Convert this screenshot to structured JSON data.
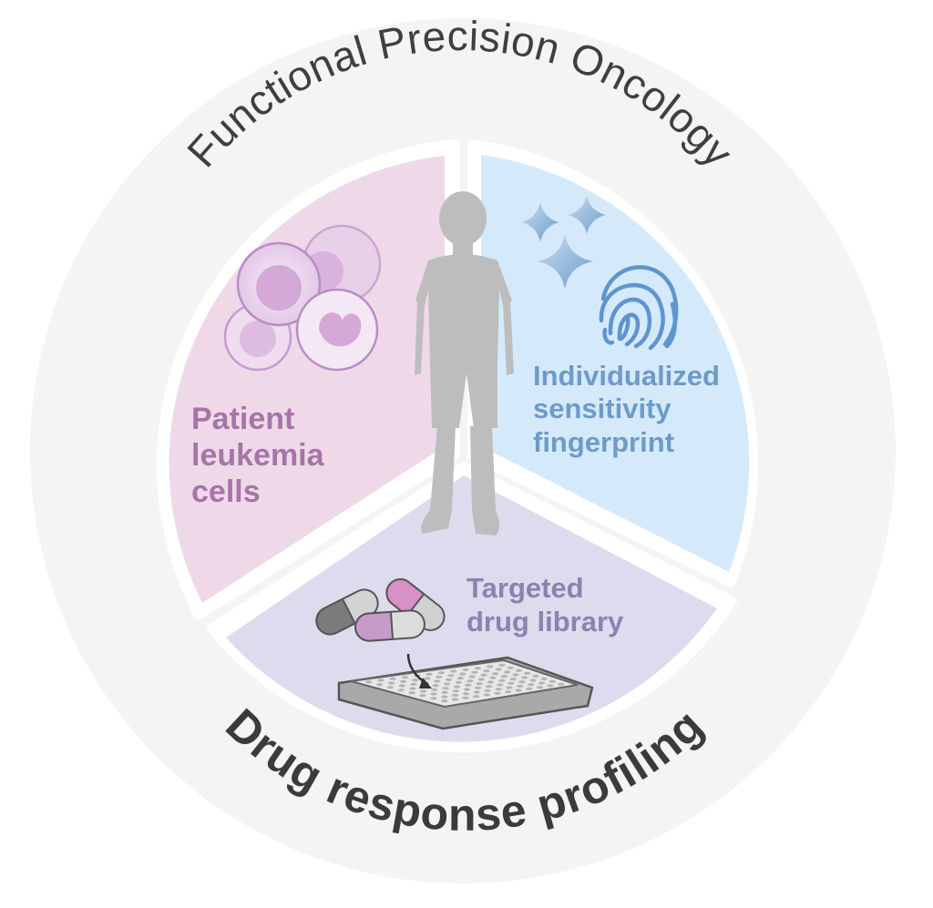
{
  "title_arc": "Functional Precision Oncology",
  "bottom_arc": "Drug response profiling",
  "segments": {
    "patient": {
      "lines": [
        "Patient",
        "leukemia",
        "cells"
      ],
      "color": "#a675a8",
      "fill": "#efd9e9"
    },
    "fingerprint": {
      "lines": [
        "Individualized",
        "sensitivity",
        "fingerprint"
      ],
      "color": "#6f9ac8",
      "fill": "#d4eafb"
    },
    "drug": {
      "lines": [
        "Targeted",
        "drug library"
      ],
      "color": "#8c82ae",
      "fill": "#dfdbee"
    }
  },
  "icons": {
    "center": "child-silhouette-icon",
    "patient": "leukemia-cells-icon",
    "fingerprint": [
      "sparkle-icon",
      "fingerprint-icon"
    ],
    "drug": [
      "capsule-icon",
      "well-plate-icon",
      "arrow-icon"
    ]
  },
  "colors": {
    "ring": "#f4f4f4",
    "silhouette": "#bdbdbd",
    "text_dark": "#3f3f3f"
  }
}
